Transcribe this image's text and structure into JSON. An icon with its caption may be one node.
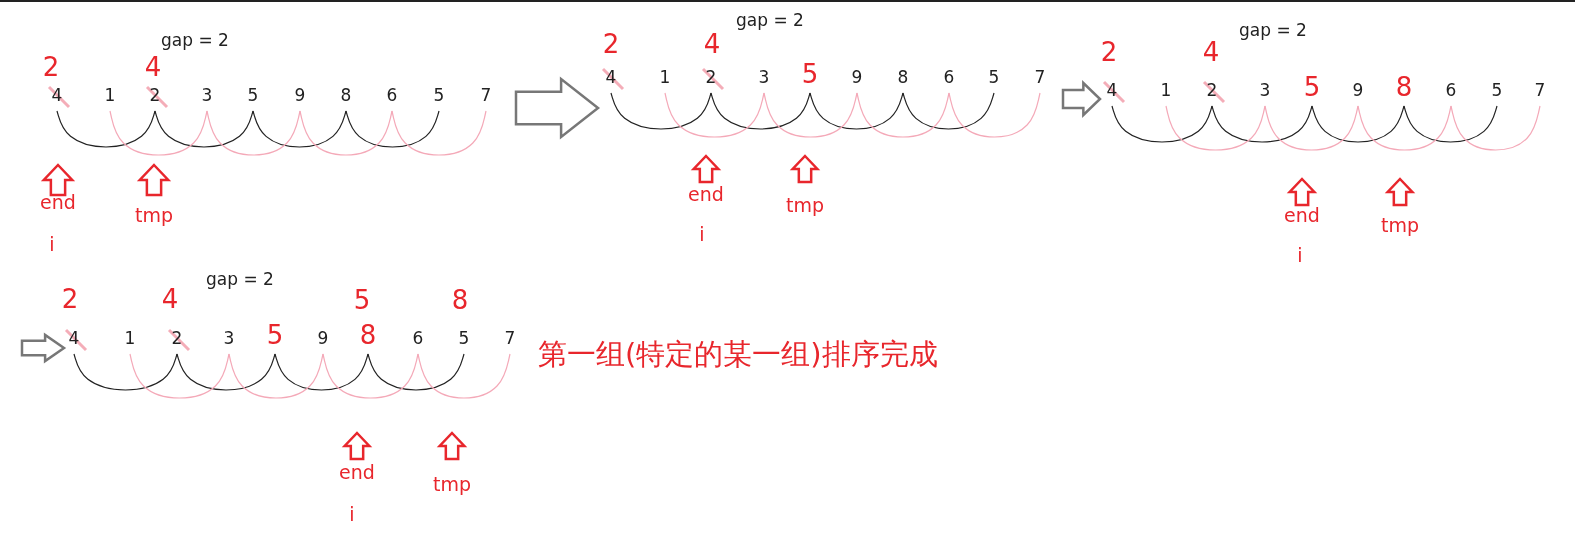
{
  "diagram": {
    "labels": [
      "gap = 2",
      "2",
      "4",
      "4",
      "1",
      "2",
      "3",
      "5",
      "9",
      "8",
      "6",
      "5",
      "7",
      "end",
      "tmp",
      "i",
      "gap = 2",
      "2",
      "4",
      "4",
      "1",
      "2",
      "3",
      "5",
      "9",
      "8",
      "6",
      "5",
      "7",
      "end",
      "tmp",
      "i",
      "gap = 2",
      "2",
      "4",
      "4",
      "1",
      "2",
      "3",
      "5",
      "9",
      "8",
      "6",
      "5",
      "7",
      "end",
      "tmp",
      "i",
      "gap = 2",
      "2",
      "4",
      "5",
      "8",
      "4",
      "1",
      "2",
      "3",
      "5",
      "9",
      "8",
      "6",
      "5",
      "7",
      "第一组(特定的某一组)排序完成",
      "end",
      "tmp",
      "i"
    ]
  }
}
